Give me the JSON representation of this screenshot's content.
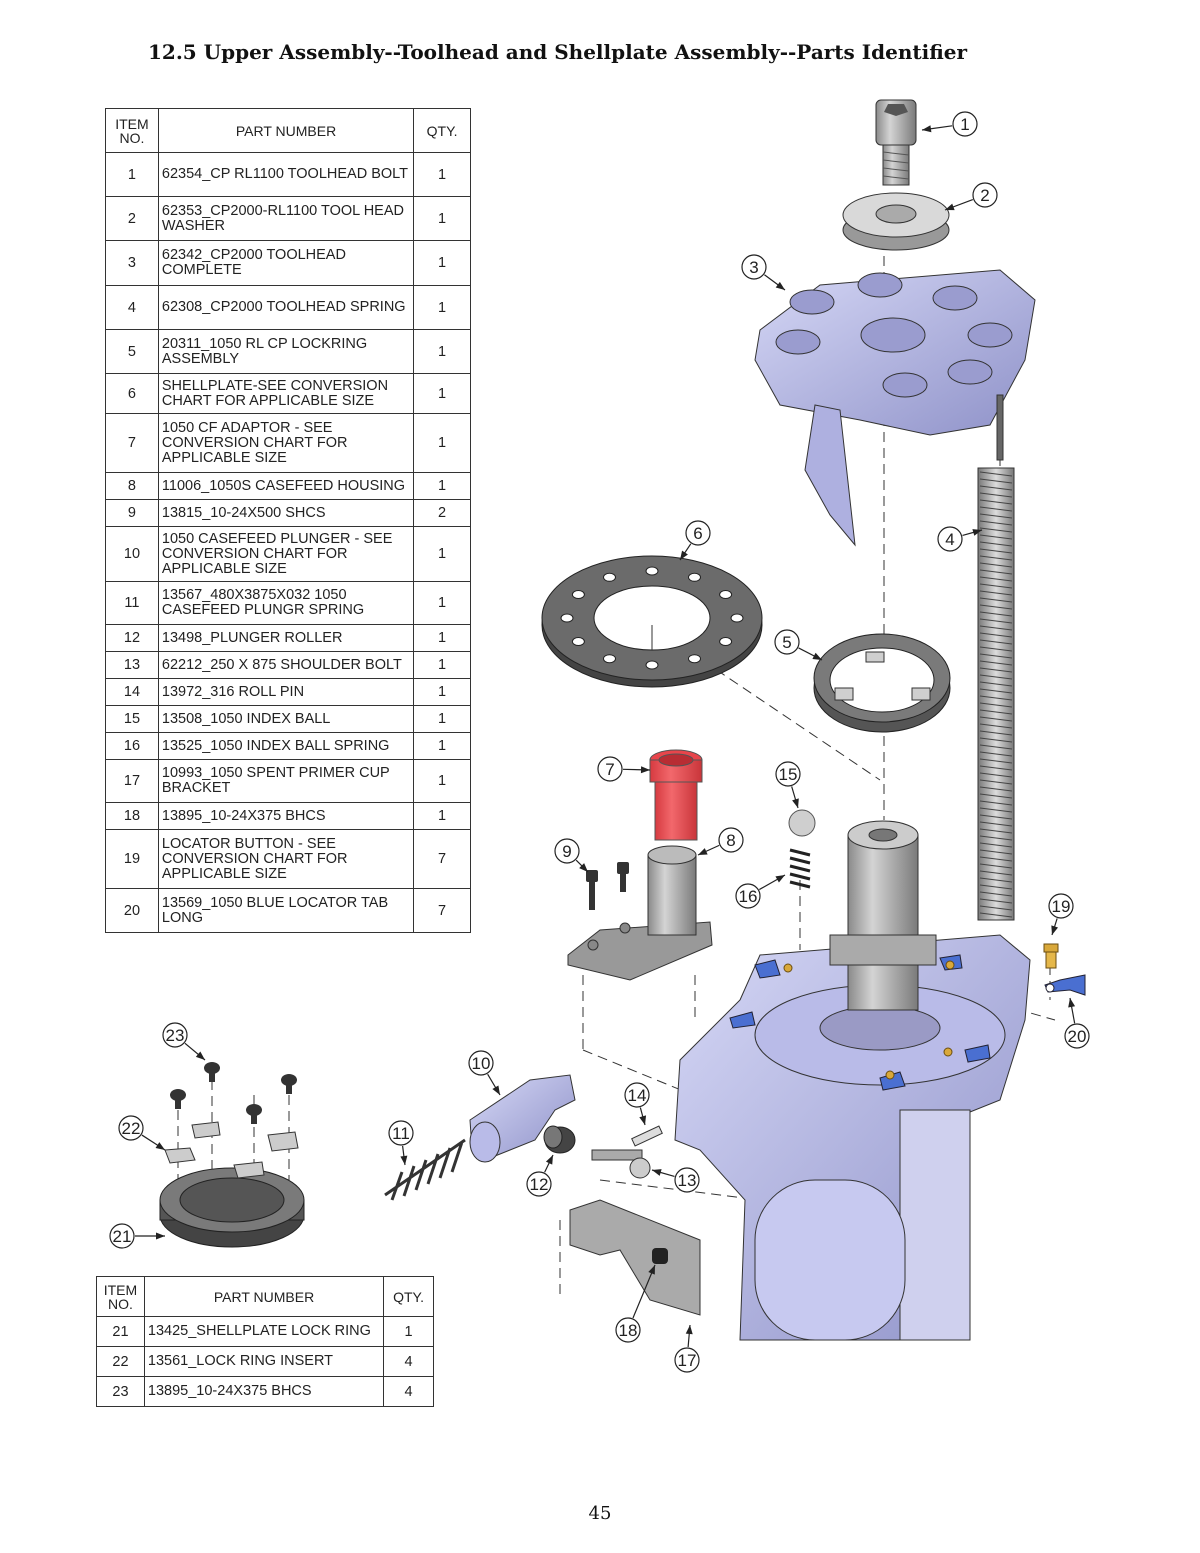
{
  "title": "12.5 Upper Assembly--Toolhead and Shellplate Assembly--Parts Identifier",
  "table_main": {
    "headers": {
      "item": "ITEM NO.",
      "part": "PART NUMBER",
      "qty": "QTY."
    },
    "rows": [
      {
        "item": "1",
        "part": "62354_CP RL1100 TOOLHEAD BOLT",
        "qty": "1"
      },
      {
        "item": "2",
        "part": "62353_CP2000-RL1100 TOOL HEAD WASHER",
        "qty": "1"
      },
      {
        "item": "3",
        "part": "62342_CP2000 TOOLHEAD COMPLETE",
        "qty": "1"
      },
      {
        "item": "4",
        "part": "62308_CP2000 TOOLHEAD SPRING",
        "qty": "1"
      },
      {
        "item": "5",
        "part": "20311_1050 RL CP LOCKRING ASSEMBLY",
        "qty": "1"
      },
      {
        "item": "6",
        "part": "SHELLPLATE-SEE CONVERSION CHART FOR APPLICABLE SIZE",
        "qty": "1"
      },
      {
        "item": "7",
        "part": "1050 CF ADAPTOR - SEE CONVERSION CHART FOR APPLICABLE SIZE",
        "qty": "1"
      },
      {
        "item": "8",
        "part": "11006_1050S CASEFEED HOUSING",
        "qty": "1"
      },
      {
        "item": "9",
        "part": "13815_10-24x500 SHCS",
        "qty": "2"
      },
      {
        "item": "10",
        "part": "1050 CASEFEED PLUNGER - SEE CONVERSION CHART FOR APPLICABLE SIZE",
        "qty": "1"
      },
      {
        "item": "11",
        "part": "13567_480x3875x032 1050 CASEFEED PLUNGR SPRING",
        "qty": "1"
      },
      {
        "item": "12",
        "part": "13498_PLUNGER ROLLER",
        "qty": "1"
      },
      {
        "item": "13",
        "part": "62212_250 x 875 SHOULDER BOLT",
        "qty": "1"
      },
      {
        "item": "14",
        "part": "13972_316 ROLL PIN",
        "qty": "1"
      },
      {
        "item": "15",
        "part": "13508_1050 INDEX BALL",
        "qty": "1"
      },
      {
        "item": "16",
        "part": "13525_1050 INDEX BALL SPRING",
        "qty": "1"
      },
      {
        "item": "17",
        "part": "10993_1050 SPENT PRIMER CUP BRACKET",
        "qty": "1"
      },
      {
        "item": "18",
        "part": "13895_10-24x375 BHCS",
        "qty": "1"
      },
      {
        "item": "19",
        "part": "LOCATOR BUTTON - SEE CONVERSION CHART FOR APPLICABLE SIZE",
        "qty": "7"
      },
      {
        "item": "20",
        "part": "13569_1050 BLUE LOCATOR TAB LONG",
        "qty": "7"
      }
    ]
  },
  "table_lockring": {
    "headers": {
      "item": "ITEM NO.",
      "part": "PART NUMBER",
      "qty": "QTY."
    },
    "rows": [
      {
        "item": "21",
        "part": "13425_SHELLPLATE LOCK RING",
        "qty": "1"
      },
      {
        "item": "22",
        "part": "13561_LOCK RING INSERT",
        "qty": "4"
      },
      {
        "item": "23",
        "part": "13895_10-24x375 BHCS",
        "qty": "4"
      }
    ]
  },
  "callouts": [
    "1",
    "2",
    "3",
    "4",
    "5",
    "6",
    "7",
    "8",
    "9",
    "10",
    "11",
    "12",
    "13",
    "14",
    "15",
    "16",
    "17",
    "18",
    "19",
    "20",
    "21",
    "22",
    "23"
  ],
  "colors": {
    "part_body": "#b9bbe8",
    "part_shade": "#8f92c9",
    "adaptor_red": "#e8454b",
    "dark_part": "#6d6d6d",
    "blue_tab": "#4a6fd1",
    "brass": "#d9a83a"
  },
  "page_number": "45"
}
